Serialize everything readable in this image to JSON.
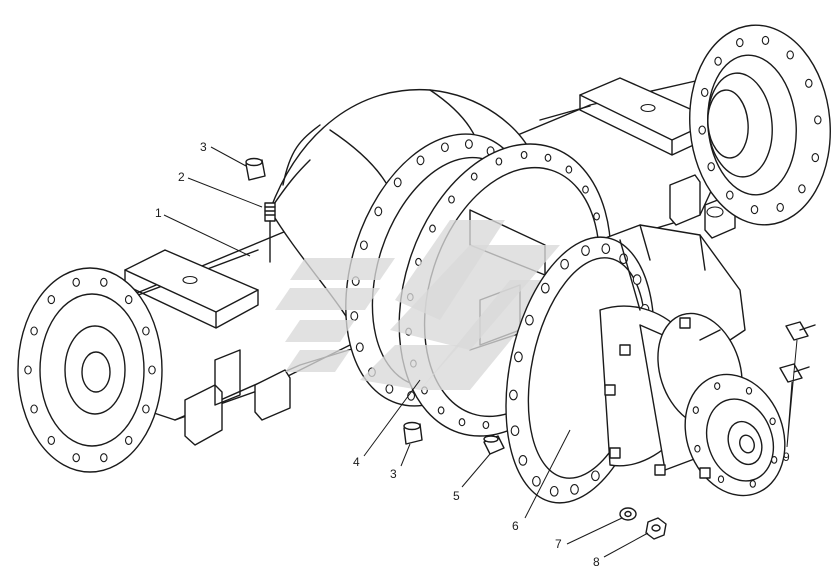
{
  "diagram": {
    "callouts": [
      {
        "id": "c1",
        "label": "1"
      },
      {
        "id": "c2",
        "label": "2"
      },
      {
        "id": "c3a",
        "label": "3"
      },
      {
        "id": "c4",
        "label": "4"
      },
      {
        "id": "c3b",
        "label": "3"
      },
      {
        "id": "c5",
        "label": "5"
      },
      {
        "id": "c6",
        "label": "6"
      },
      {
        "id": "c7",
        "label": "7"
      },
      {
        "id": "c8",
        "label": "8"
      },
      {
        "id": "c9",
        "label": "9"
      }
    ]
  },
  "colors": {
    "line": "#1a1a1a",
    "watermark": "#d9d9d9",
    "background": "#ffffff"
  }
}
